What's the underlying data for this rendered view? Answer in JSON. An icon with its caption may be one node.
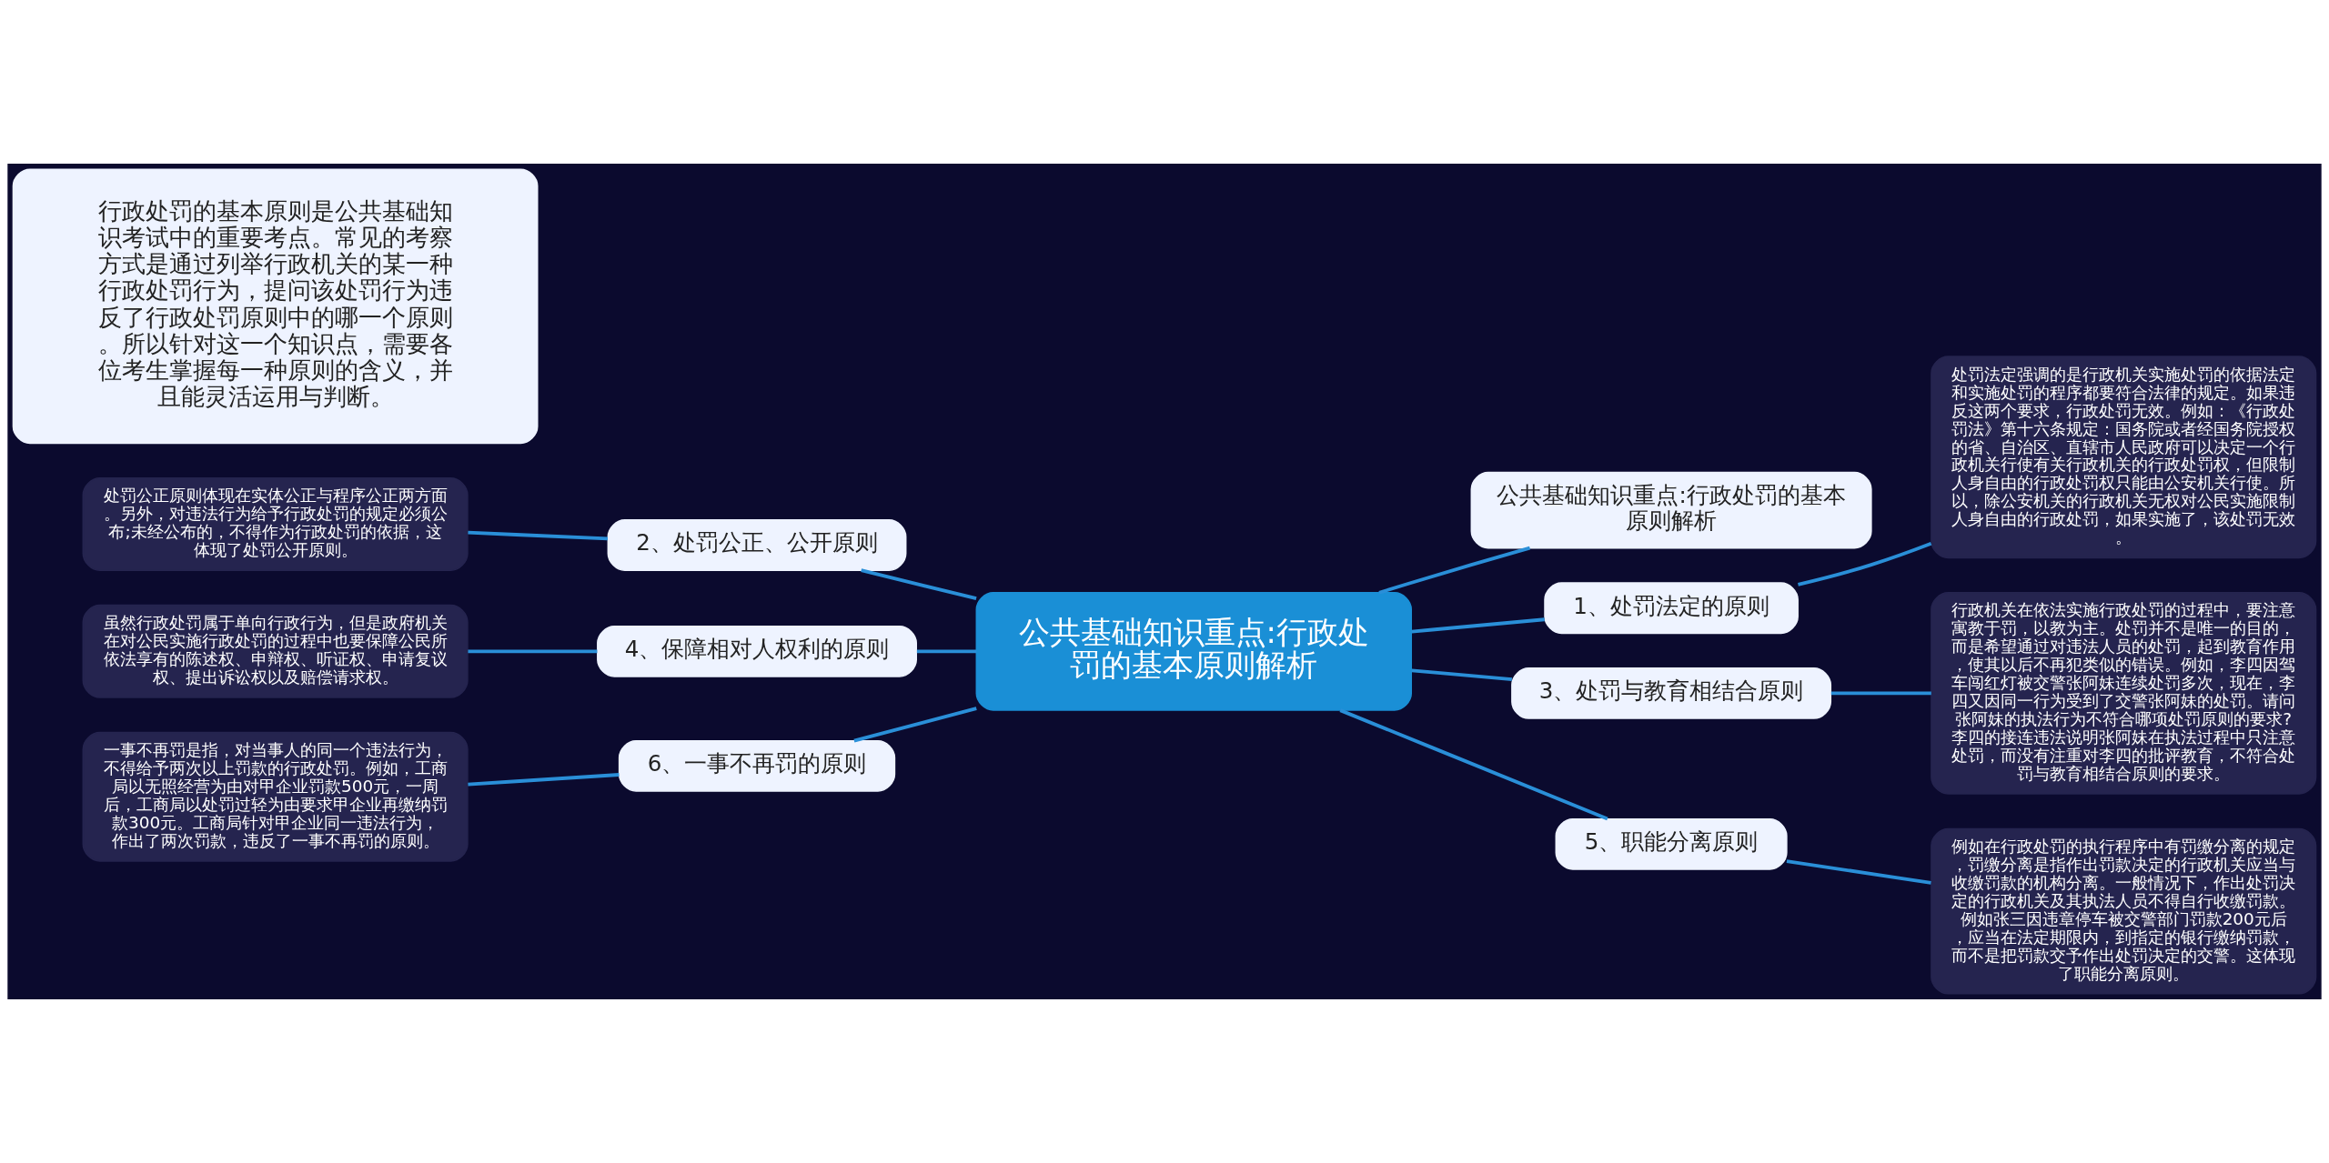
{
  "diagram": {
    "nodes": [
      {
        "text": [
          "公共基础知识重点:行政处罚的基本原则解析"
        ]
      },
      {
        "text": [
          "公共基础知识重点:行政处罚的基本原则解析"
        ]
      },
      {
        "text": [
          "1、处罚法定的原则"
        ]
      },
      {
        "text": [
          "处罚法定强调的是行政机关实施处罚的依据法定和实施处罚的程序都要符合法律的规定。如果违反这两个要求，行政处罚无效。例如：《行政处罚法》第十六条规定：国务院或者经国务院授权的省、自治区、直辖市人民政府可以决定一个行政机关行使有关行政机关的行政处罚权，但限制人身自由的行政处罚权只能由公安机关行使。所以，除公安机关的行政机关无权对公民实施限制人身自由的行政处罚，如果实施了，该处罚无效。"
        ]
      },
      {
        "text": [
          "3、处罚与教育相结合原则"
        ]
      },
      {
        "text": [
          "行政机关在依法实施行政处罚的过程中，要注意寓教于罚，以教为主。处罚并不是唯一的目的，而是希望通过对违法人员的处罚，起到教育作用，使其以后不再犯类似的错误。例如，李四因驾车闯红灯被交警张阿妹连续处罚多次，现在，李四又因同一行为受到了交警张阿妹的处罚。请问张阿妹的执法行为不符合哪项处罚原则的要求?李四的接连违法说明张阿妹在执法过程中只注意处罚，而没有注重对李四的批评教育，不符合处罚与教育相结合原则的要求。"
        ]
      },
      {
        "text": [
          "5、职能分离原则"
        ]
      },
      {
        "text": [
          "例如在行政处罚的执行程序中有罚缴分离的规定，罚缴分离是指作出罚款决定的行政机关应当与收缴罚款的机构分离。一般情况下，作出处罚决定的行政机关及其执法人员不得自行收缴罚款。例如张三因违章停车被交警部门罚款200元后，应当在法定期限内，到指定的银行缴纳罚款，而不是把罚款交予作出处罚决定的交警。这体现了职能分离原则。"
        ]
      },
      {
        "text": [
          "行政处罚的基本原则是公共基础知识考试中的重要考点。常见的考察方式是通过列举行政机关的某一种行政处罚行为，提问该处罚行为违反了行政处罚原则中的哪一个原则。所以针对这一个知识点，需要各位考生掌握每一种原则的含义，并且能灵活运用与判断。"
        ]
      },
      {
        "text": [
          "2、处罚公正、公开原则"
        ]
      },
      {
        "text": [
          "处罚公正原则体现在实体公正与程序公正两方面。另外，对违法行为给予行政处罚的规定必须公布;未经公布的，不得作为行政处罚的依据，这体现了处罚公开原则。"
        ]
      },
      {
        "text": [
          "4、保障相对人权利的原则"
        ]
      },
      {
        "text": [
          "虽然行政处罚属于单向行政行为，但是政府机关在对公民实施行政处罚的过程中也要保障公民所依法享有的陈述权、申辩权、听证权、申请复议权、提出诉讼权以及赔偿请求权。"
        ]
      },
      {
        "text": [
          "6、一事不再罚的原则"
        ]
      },
      {
        "text": [
          "一事不再罚是指，对当事人的同一个违法行为，不得给予两次以上罚款的行政处罚。例如，工商局以无照经营为由对甲企业罚款500元，一周后，工商局以处罚过轻为由要求甲企业再缴纳罚款300元。工商局针对甲企业同一违法行为，作出了两次罚款，违反了一事不再罚的原则。"
        ]
      }
    ],
    "edges": [
      {
        "from": 0,
        "to": 1,
        "arrow": "none"
      },
      {
        "from": 0,
        "to": 2,
        "arrow": "none"
      },
      {
        "from": 2,
        "to": 3,
        "arrow": "none"
      },
      {
        "from": 0,
        "to": 4,
        "arrow": "none"
      },
      {
        "from": 4,
        "to": 5,
        "arrow": "none"
      },
      {
        "from": 0,
        "to": 6,
        "arrow": "none"
      },
      {
        "from": 6,
        "to": 7,
        "arrow": "none"
      },
      {
        "from": 0,
        "to": 9,
        "arrow": "none"
      },
      {
        "from": 9,
        "to": 10,
        "arrow": "none"
      },
      {
        "from": 0,
        "to": 11,
        "arrow": "none"
      },
      {
        "from": 11,
        "to": 12,
        "arrow": "none"
      },
      {
        "from": 0,
        "to": 13,
        "arrow": "none"
      },
      {
        "from": 13,
        "to": 14,
        "arrow": "none"
      }
    ]
  }
}
